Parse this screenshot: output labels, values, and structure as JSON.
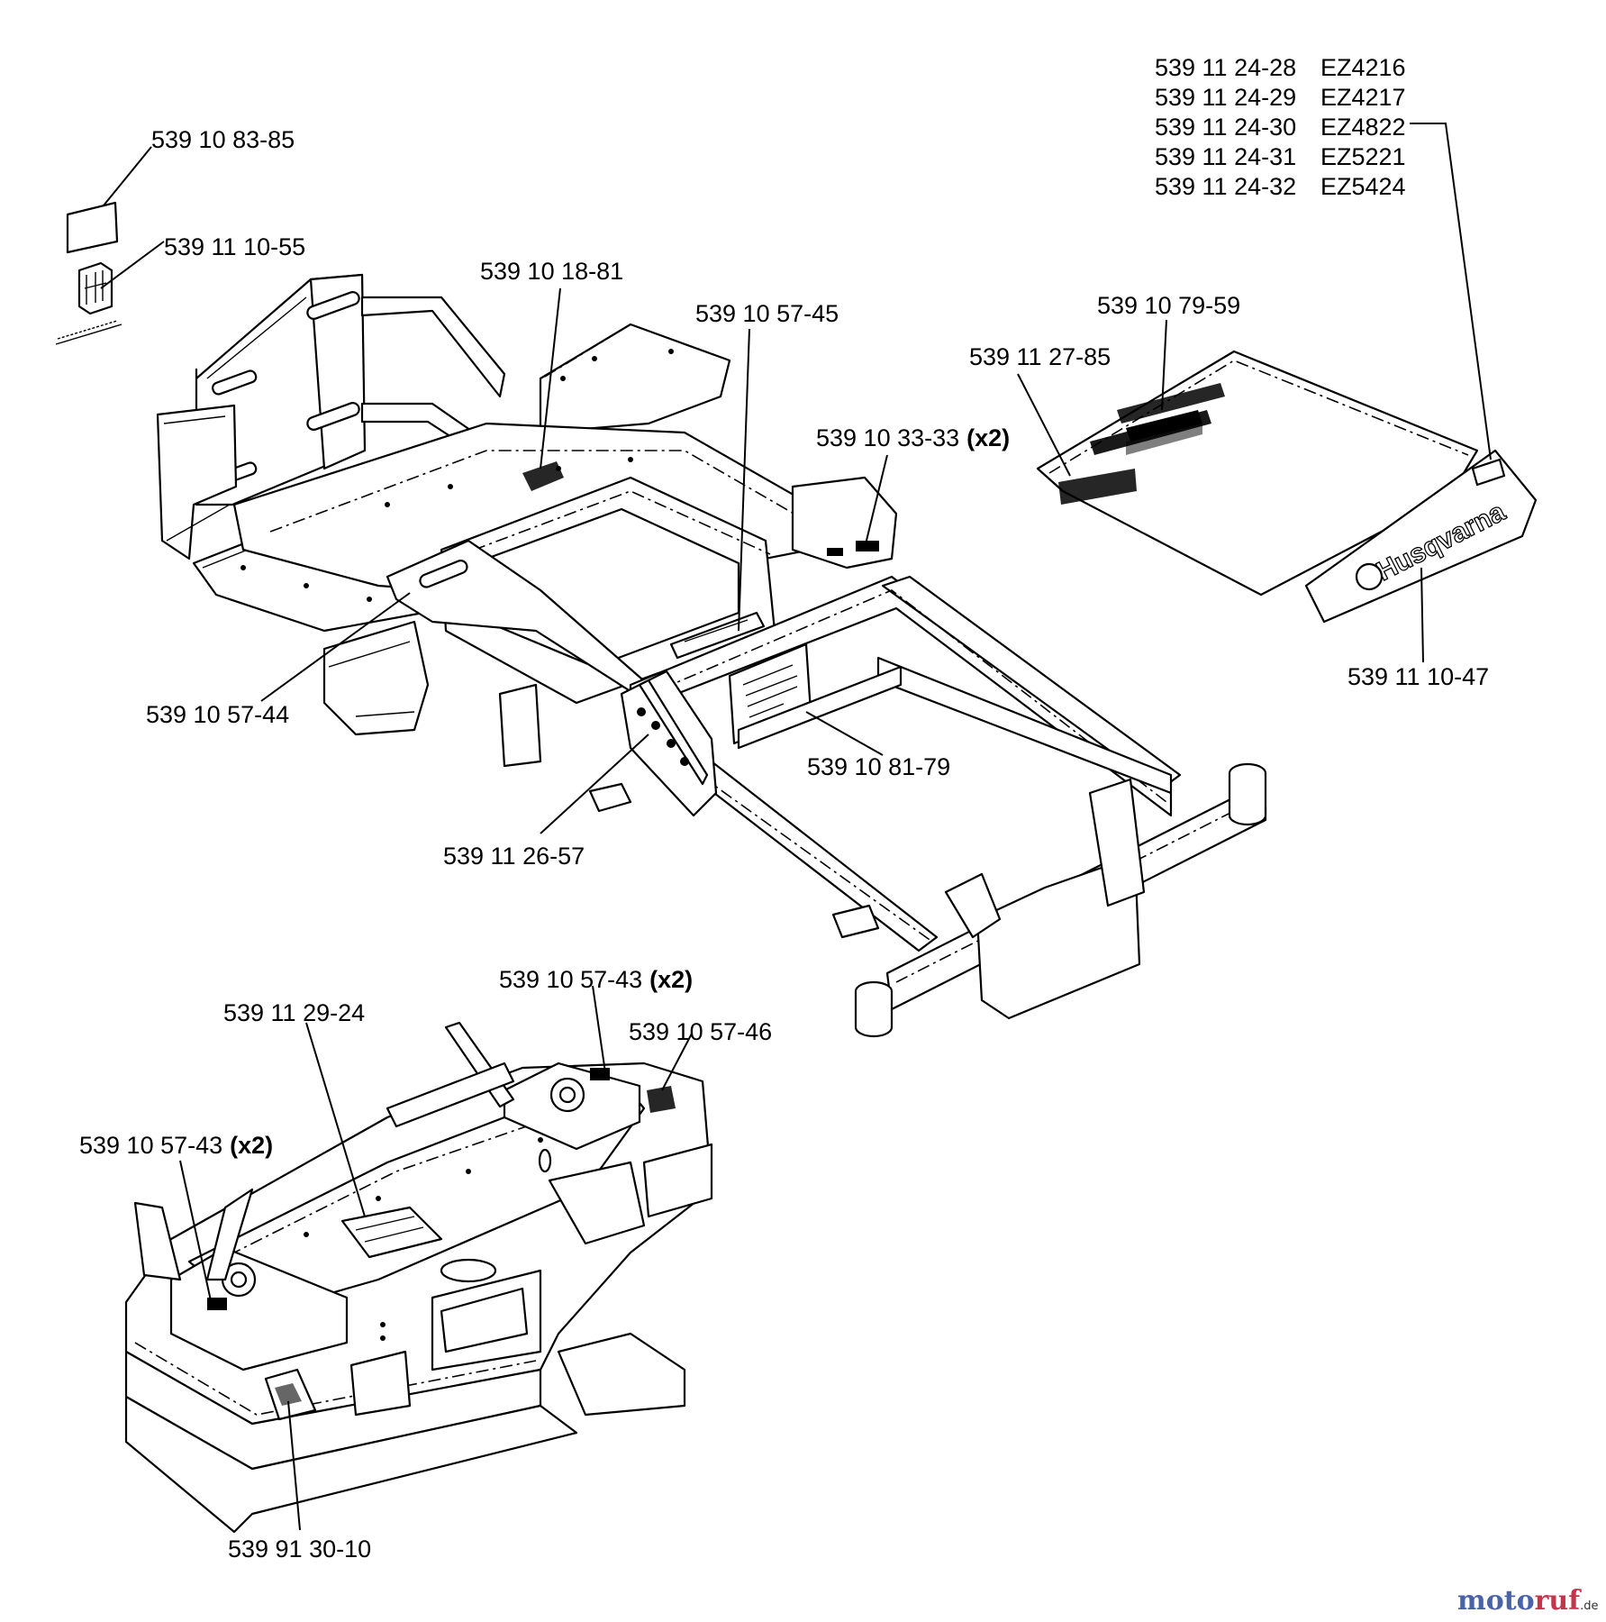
{
  "callouts": {
    "decal_blank_top_left": "539 10 83-85",
    "husqvarna_logo_decal": "539 11 10-55",
    "floor_decal": "539 10 18-81",
    "frame_decal_center": "539 10 57-45",
    "hood_decal_upper": "539 10 79-59",
    "hood_decal_lower": "539 11 27-85",
    "frame_decal_right": "539 10 33-33",
    "frame_decal_right_mult": "(x2)",
    "hood_brand_decal": "539 11 10-47",
    "frame_decal_left": "539 10 57-44",
    "frame_info_decal": "539 10 81-79",
    "lever_decal": "539 11 26-57",
    "deck_decal_top": "539 10 57-43",
    "deck_decal_top_mult": "(x2)",
    "deck_center_decal": "539 11 29-24",
    "deck_right_decal": "539 10 57-46",
    "deck_decal_left": "539 10 57-43",
    "deck_decal_left_mult": "(x2)",
    "deck_warning_decal": "539 91 30-10"
  },
  "model_table": [
    {
      "part": "539 11 24-28",
      "model": "EZ4216"
    },
    {
      "part": "539 11 24-29",
      "model": "EZ4217"
    },
    {
      "part": "539 11 24-30",
      "model": "EZ4822"
    },
    {
      "part": "539 11 24-31",
      "model": "EZ5221"
    },
    {
      "part": "539 11 24-32",
      "model": "EZ5424"
    }
  ],
  "brand_text": "Husqvarna",
  "watermark": {
    "main_a": "moto",
    "main_b": "ruf",
    "suffix": ".de"
  }
}
